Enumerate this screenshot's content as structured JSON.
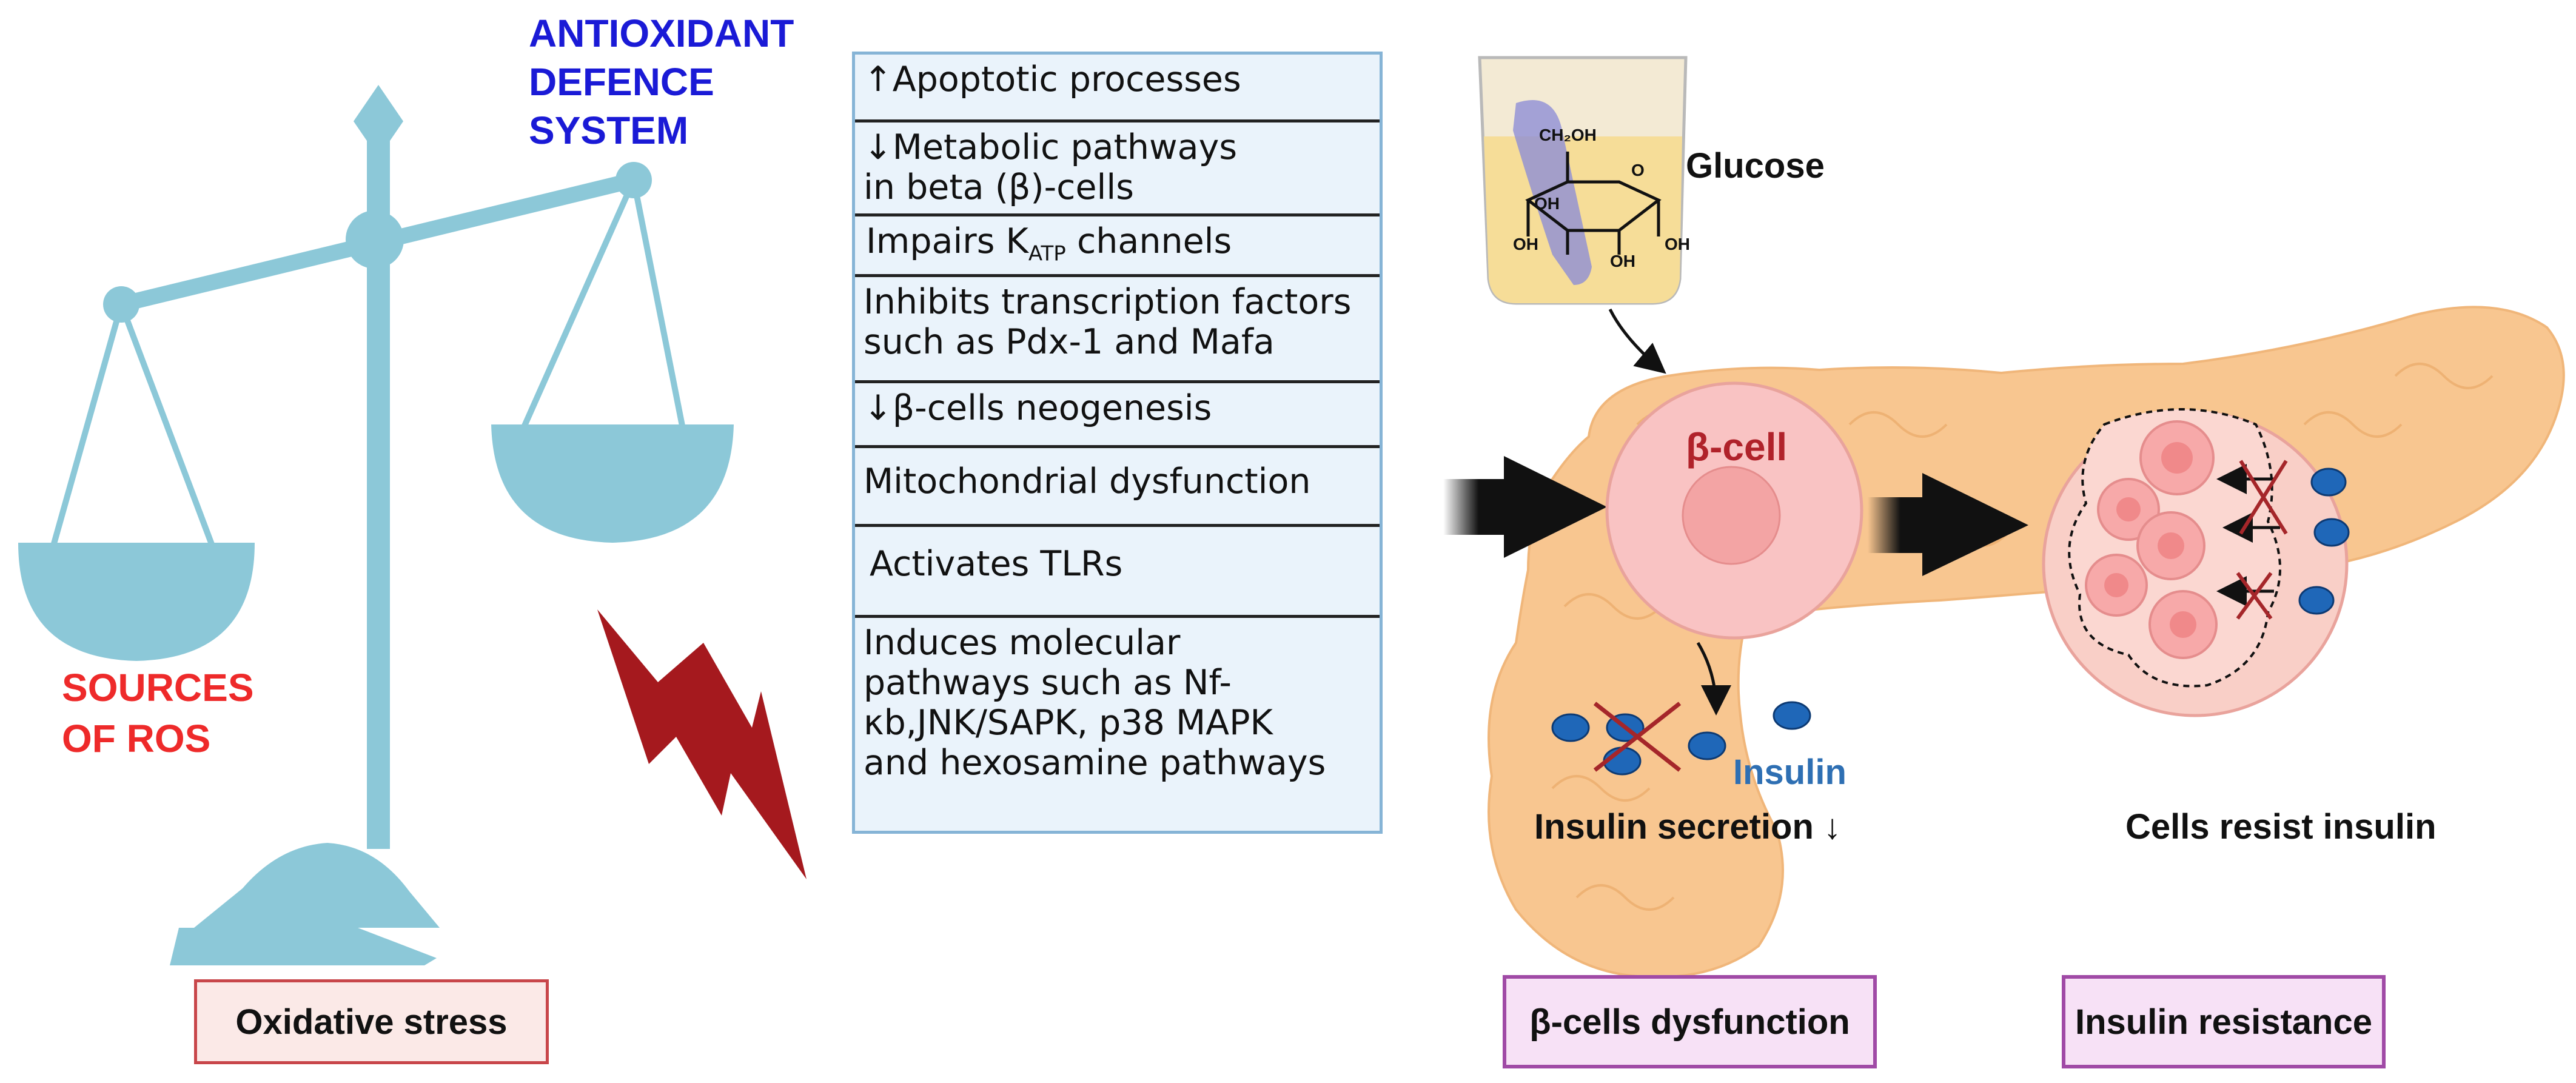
{
  "balance": {
    "antioxidant": [
      "ANTIOXIDANT",
      "DEFENCE",
      "SYSTEM"
    ],
    "ros": [
      "SOURCES",
      "OF ROS"
    ],
    "oxidative_stress": "Oxidative stress"
  },
  "effects": [
    {
      "lines": [
        "↑Apoptotic processes"
      ]
    },
    {
      "lines": [
        "↓Metabolic pathways",
        "in beta (β)-cells"
      ]
    },
    {
      "lines": [
        "Impairs K",
        "channels"
      ],
      "subscript": "ATP"
    },
    {
      "lines": [
        "Inhibits transcription factors",
        "such as Pdx-1 and Mafa"
      ]
    },
    {
      "lines": [
        "↓β-cells neogenesis"
      ]
    },
    {
      "lines": [
        "Mitochondrial dysfunction"
      ]
    },
    {
      "lines": [
        "Activates TLRs"
      ]
    },
    {
      "lines": [
        "Induces molecular",
        "pathways such as Nf-",
        "κb,JNK/SAPK, p38 MAPK",
        "and hexosamine pathways"
      ]
    }
  ],
  "pancreas": {
    "glucose": "Glucose",
    "molecule_labels": [
      "CH₂OH",
      "OH",
      "OH",
      "OH",
      "OH",
      "O"
    ],
    "beta_cell": "β-cell",
    "insulin": "Insulin",
    "insulin_secretion": "Insulin secretion ↓",
    "cells_resist": "Cells resist insulin",
    "beta_dysfunction": "β-cells dysfunction",
    "insulin_resistance": "Insulin resistance"
  },
  "colors": {
    "scale": "#8cc8d8",
    "lightning": "#a5191e",
    "pancreas": "#f8c690",
    "beta_cell": "#f9c3c3",
    "insulin_dot": "#1f67b8"
  }
}
